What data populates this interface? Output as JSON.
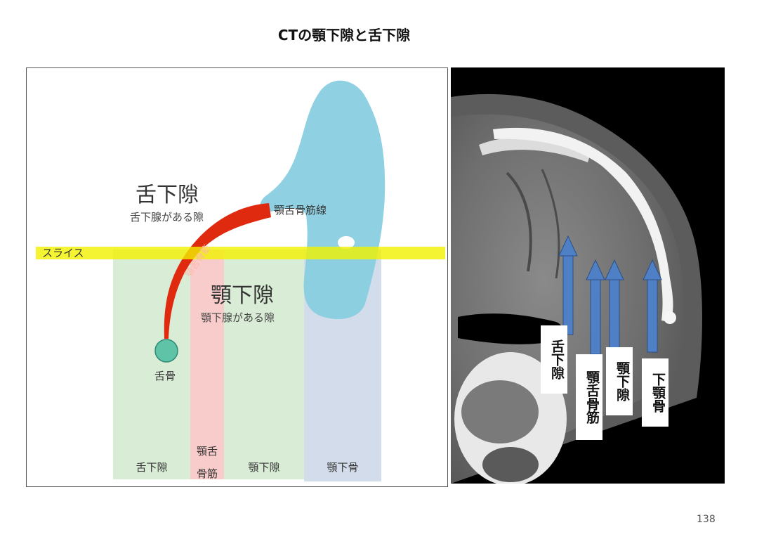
{
  "slide": {
    "title": "CTの顎下隙と舌下隙",
    "page_number": "138"
  },
  "diagram": {
    "sublingual_title": "舌下隙",
    "sublingual_sub": "舌下腺がある隙",
    "mylohyoid_line": "顎舌骨筋線",
    "mylohyoid_muscle": "顎舌骨筋",
    "slice_label": "スライス",
    "submandibular_title": "顎下隙",
    "submandibular_sub": "顎下腺がある隙",
    "hyoid": "舌骨",
    "bands": {
      "sublingual": "舌下隙",
      "mylohyoid_l1": "顎舌",
      "mylohyoid_l2": "骨筋",
      "submandibular": "顎下隙",
      "mandible": "顎下骨"
    },
    "colors": {
      "mandible": "#86cde0",
      "muscle": "#e02a10",
      "slice": "#f1f100",
      "band_green": "#d9ecd6",
      "band_pink": "#f9cccc",
      "band_blue": "#d2dcea",
      "hyoid": "#5fc3a8"
    }
  },
  "ct_labels": {
    "sublingual": "舌下隙",
    "mylohyoid": "顎舌骨筋",
    "submandibular": "顎下隙",
    "mandible": "下顎骨",
    "arrow_color": "#4f7fc4"
  }
}
